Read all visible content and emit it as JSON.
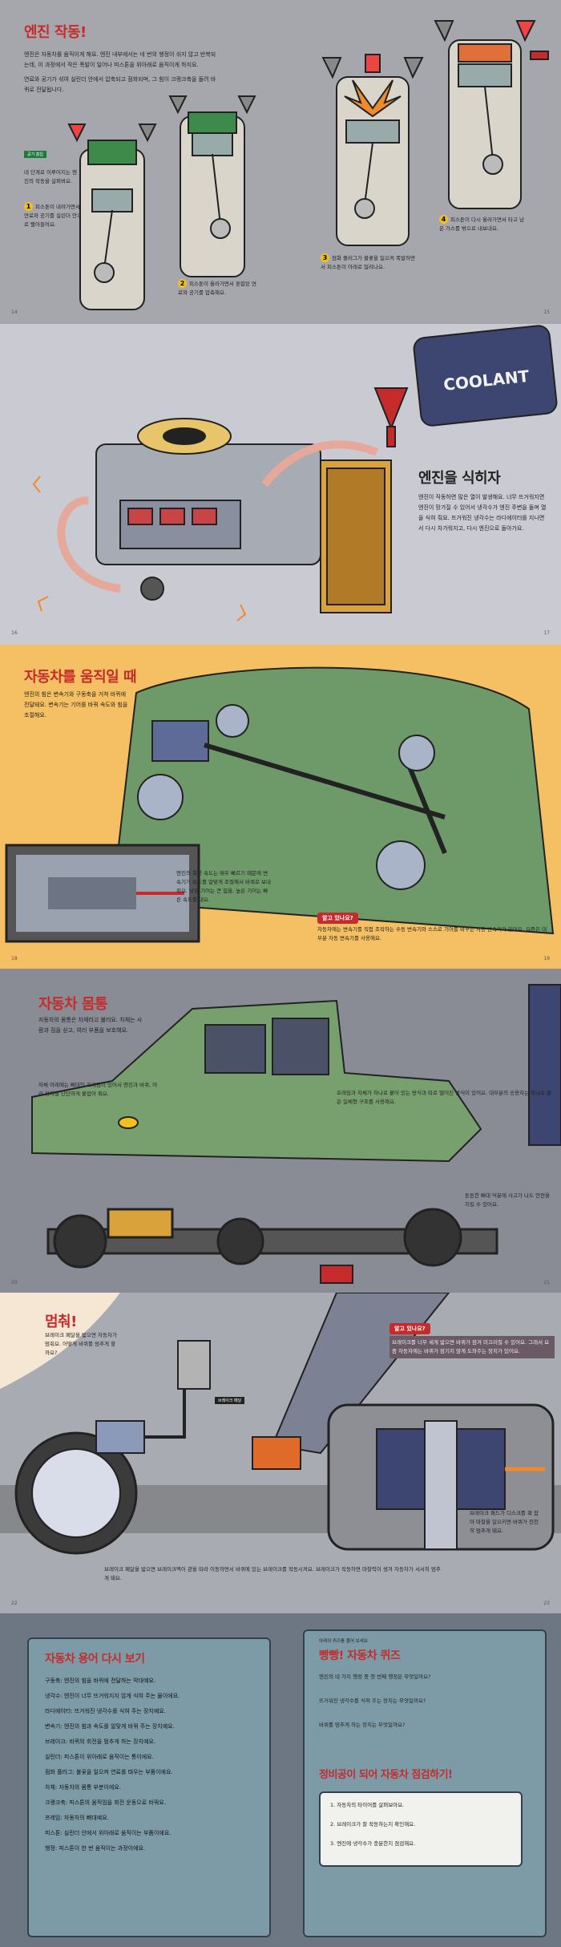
{
  "s1": {
    "title": "엔진 작동!",
    "paragraphs": [
      "엔진은 자동차를 움직이게 해요. 엔진 내부에서는 네 번의 행정이 쉬지 않고 반복되는데, 이 과정에서 작은 폭발이 일어나 피스톤을 위아래로 움직이게 하지요.",
      "연료와 공기가 섞여 실린더 안에서 압축되고 점화되며, 그 힘이 크랭크축을 돌려 바퀴로 전달됩니다."
    ],
    "tag_label": "공기 흡입",
    "intro_text": "네 단계로 이루어지는 엔진의 작동을 살펴봐요.",
    "steps": [
      {
        "n": "1",
        "text": "피스톤이 내려가면서 연료와 공기를 실린더 안으로 빨아들여요."
      },
      {
        "n": "2",
        "text": "피스톤이 올라가면서 혼합된 연료와 공기를 압축해요."
      },
      {
        "n": "3",
        "text": "점화 플러그가 불꽃을 일으켜 폭발하면서 피스톤이 아래로 밀려나요."
      },
      {
        "n": "4",
        "text": "피스톤이 다시 올라가면서 타고 남은 가스를 밖으로 내보내요."
      }
    ],
    "page_left": "14",
    "page_right": "15"
  },
  "s2": {
    "title": "엔진을 식히자",
    "paragraph": "엔진이 작동하면 많은 열이 발생해요. 너무 뜨거워지면 엔진이 망가질 수 있어서 냉각수가 엔진 주변을 돌며 열을 식혀 줘요. 뜨거워진 냉각수는 라디에이터를 지나면서 다시 차가워지고, 다시 엔진으로 돌아가요.",
    "can_label": "COOLANT",
    "page_left": "16",
    "page_right": "17"
  },
  "s3": {
    "title": "자동차를 움직일 때",
    "paragraph": "엔진의 힘은 변속기와 구동축을 거쳐 바퀴에 전달돼요. 변속기는 기어를 바꿔 속도와 힘을 조절해요.",
    "gear_text": "엔진의 회전 속도는 매우 빠르기 때문에 변속기가 속도를 알맞게 조절해서 바퀴로 보내 줘요. 낮은 기어는 큰 힘을, 높은 기어는 빠른 속도를 내요.",
    "know_badge": "알고 있나요?",
    "know_text": "자동차에는 변속기를 직접 조작하는 수동 변속기와 스스로 기어를 바꾸는 자동 변속기가 있어요. 요즘은 대부분 자동 변속기를 사용해요.",
    "page_left": "18",
    "page_right": "19"
  },
  "s4": {
    "title": "자동차 몸통",
    "paragraph": "자동차의 몸통은 차체라고 불러요. 차체는 사람과 짐을 싣고, 여러 부품을 보호해요.",
    "frame_text": "차체 아래에는 뼈대인 프레임이 있어서 엔진과 바퀴, 여러 장치를 단단하게 붙잡아 줘요.",
    "right_text": "프레임과 차체가 하나로 붙어 있는 방식과 따로 떨어진 방식이 있어요. 대부분의 승용차는 하나로 붙은 일체형 구조를 사용해요.",
    "bottom_text": "튼튼한 뼈대 덕분에 사고가 나도 안전을 지킬 수 있어요.",
    "page_left": "20",
    "page_right": "21"
  },
  "s5": {
    "title": "멈춰!",
    "paragraph": "브레이크 페달을 밟으면 자동차가 멈춰요. 어떻게 바퀴를 멈추게 할까요?",
    "pedal_label": "브레이크 페달",
    "know_badge": "알고 있나요?",
    "know_text": "브레이크를 너무 세게 밟으면 바퀴가 잠겨 미끄러질 수 있어요. 그래서 요즘 자동차에는 바퀴가 잠기지 않게 도와주는 장치가 있어요.",
    "diagram_text": "브레이크 패드가 디스크를 꽉 잡아 마찰을 일으키면 바퀴가 천천히 멈추게 돼요.",
    "bottom_text": "브레이크 페달을 밟으면 브레이크액이 관을 따라 이동하면서 바퀴에 있는 브레이크를 작동시켜요. 브레이크가 작동하면 마찰력이 생겨 자동차가 서서히 멈추게 돼요.",
    "page_left": "22",
    "page_right": "23"
  },
  "s6": {
    "left_title": "자동차 용어 다시 보기",
    "glossary": [
      "구동축: 엔진의 힘을 바퀴에 전달하는 막대예요.",
      "냉각수: 엔진이 너무 뜨거워지지 않게 식혀 주는 물이에요.",
      "라디에이터: 뜨거워진 냉각수를 식혀 주는 장치예요.",
      "변속기: 엔진의 힘과 속도를 알맞게 바꿔 주는 장치예요.",
      "브레이크: 바퀴의 회전을 멈추게 하는 장치예요.",
      "실린더: 피스톤이 위아래로 움직이는 통이에요.",
      "점화 플러그: 불꽃을 일으켜 연료를 태우는 부품이에요.",
      "차체: 자동차의 몸통 부분이에요.",
      "크랭크축: 피스톤의 움직임을 회전 운동으로 바꿔요.",
      "프레임: 자동차의 뼈대예요.",
      "피스톤: 실린더 안에서 위아래로 움직이는 부품이에요.",
      "행정: 피스톤이 한 번 움직이는 과정이에요."
    ],
    "right_sub": "아래의 퀴즈를 풀어 보세요",
    "quiz_title": "빵빵! 자동차 퀴즈",
    "quiz": [
      {
        "q": "엔진의 네 가지 행정 중 첫 번째 행정은 무엇일까요?"
      },
      {
        "q": "뜨거워진 냉각수를 식혀 주는 장치는 무엇일까요?"
      },
      {
        "q": "바퀴를 멈추게 하는 장치는 무엇일까요?"
      }
    ],
    "mech_title": "정비공이 되어 자동차 점검하기!",
    "checklist": [
      "1. 자동차의 타이어를 살펴보아요.",
      "2. 브레이크가 잘 작동하는지 확인해요.",
      "3. 엔진에 냉각수가 충분한지 점검해요."
    ]
  },
  "colors": {
    "accent_red": "#c62b2b",
    "yellow": "#f0c020"
  }
}
